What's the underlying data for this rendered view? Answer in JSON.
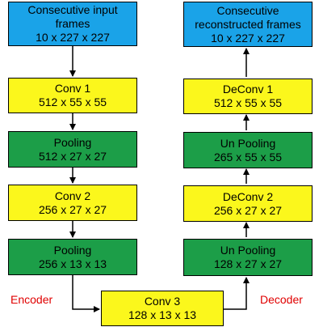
{
  "encoder": {
    "input": {
      "title": "Consecutive input frames",
      "dims": "10 x 227 x 227"
    },
    "conv1": {
      "title": "Conv 1",
      "dims": "512 x 55 x 55"
    },
    "pool1": {
      "title": "Pooling",
      "dims": "512 x 27 x 27"
    },
    "conv2": {
      "title": "Conv 2",
      "dims": "256 x 27 x 27"
    },
    "pool2": {
      "title": "Pooling",
      "dims": "256 x 13 x 13"
    },
    "label": "Encoder"
  },
  "bottleneck": {
    "title": "Conv 3",
    "dims": "128 x 13 x 13"
  },
  "decoder": {
    "output": {
      "title": "Consecutive reconstructed frames",
      "dims": "10 x 227 x 227"
    },
    "deconv1": {
      "title": "DeConv 1",
      "dims": "512 x 55 x 55"
    },
    "unpool1": {
      "title": "Un Pooling",
      "dims": "265 x 55 x 55"
    },
    "deconv2": {
      "title": "DeConv 2",
      "dims": "256 x 27 x 27"
    },
    "unpool2": {
      "title": "Un Pooling",
      "dims": "128 x 27 x 27"
    },
    "label": "Decoder"
  },
  "colors": {
    "input_output": "#1aa3e8",
    "conv": "#fbf71c",
    "pool": "#1c9e48",
    "label": "#e00000"
  }
}
